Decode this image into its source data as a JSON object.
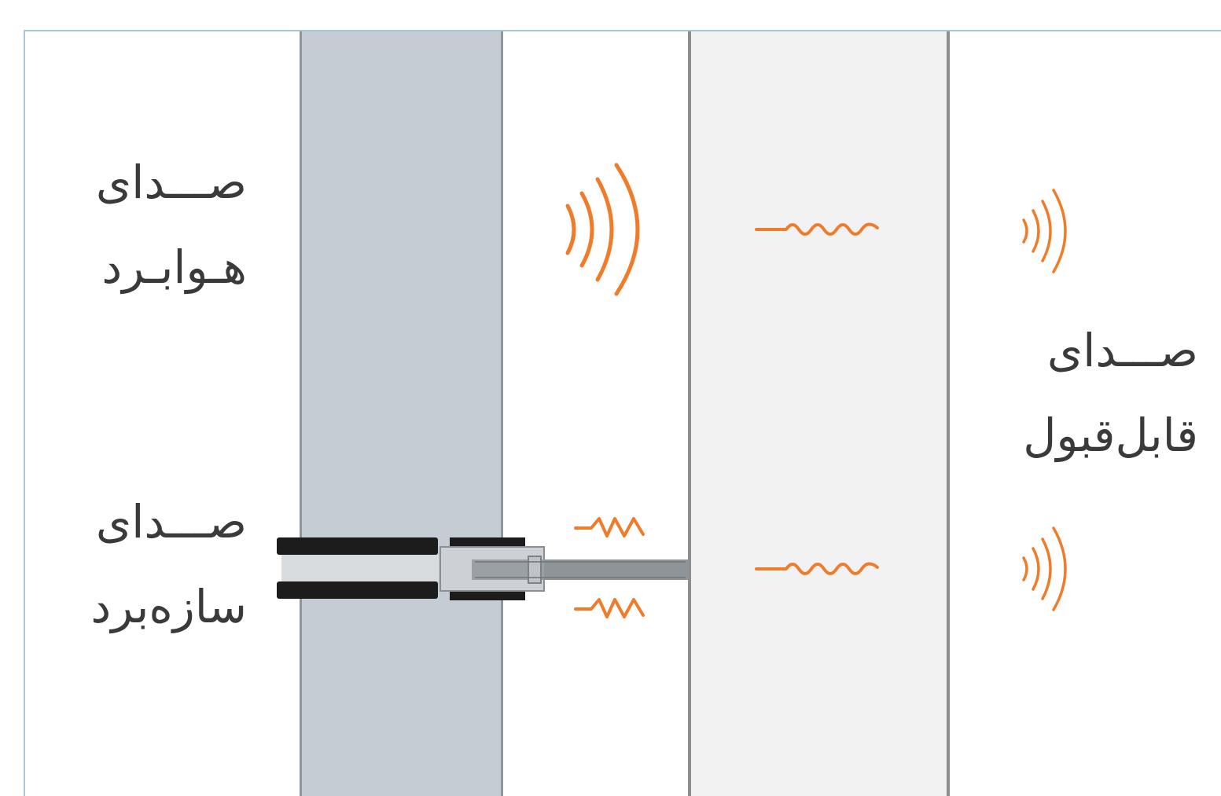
{
  "labels": {
    "airborne": {
      "line1": "صـــدای",
      "line2": "هـوابـرد"
    },
    "structure_borne": {
      "line1": "صـــدای",
      "line2": "سازه‌برد"
    },
    "acceptable": {
      "line1": "صـــدای",
      "line2": "قابل‌قبول"
    }
  },
  "colors": {
    "wave": "#f07c2a",
    "wall": "#c5ccd3",
    "panel": "#f2f2f2",
    "frame": "#a9c7d4"
  },
  "icons": [
    "sound-wave-icon-large",
    "vibration-squiggle-icon",
    "sound-wave-icon-small",
    "wall-anchor-bolt-icon"
  ]
}
